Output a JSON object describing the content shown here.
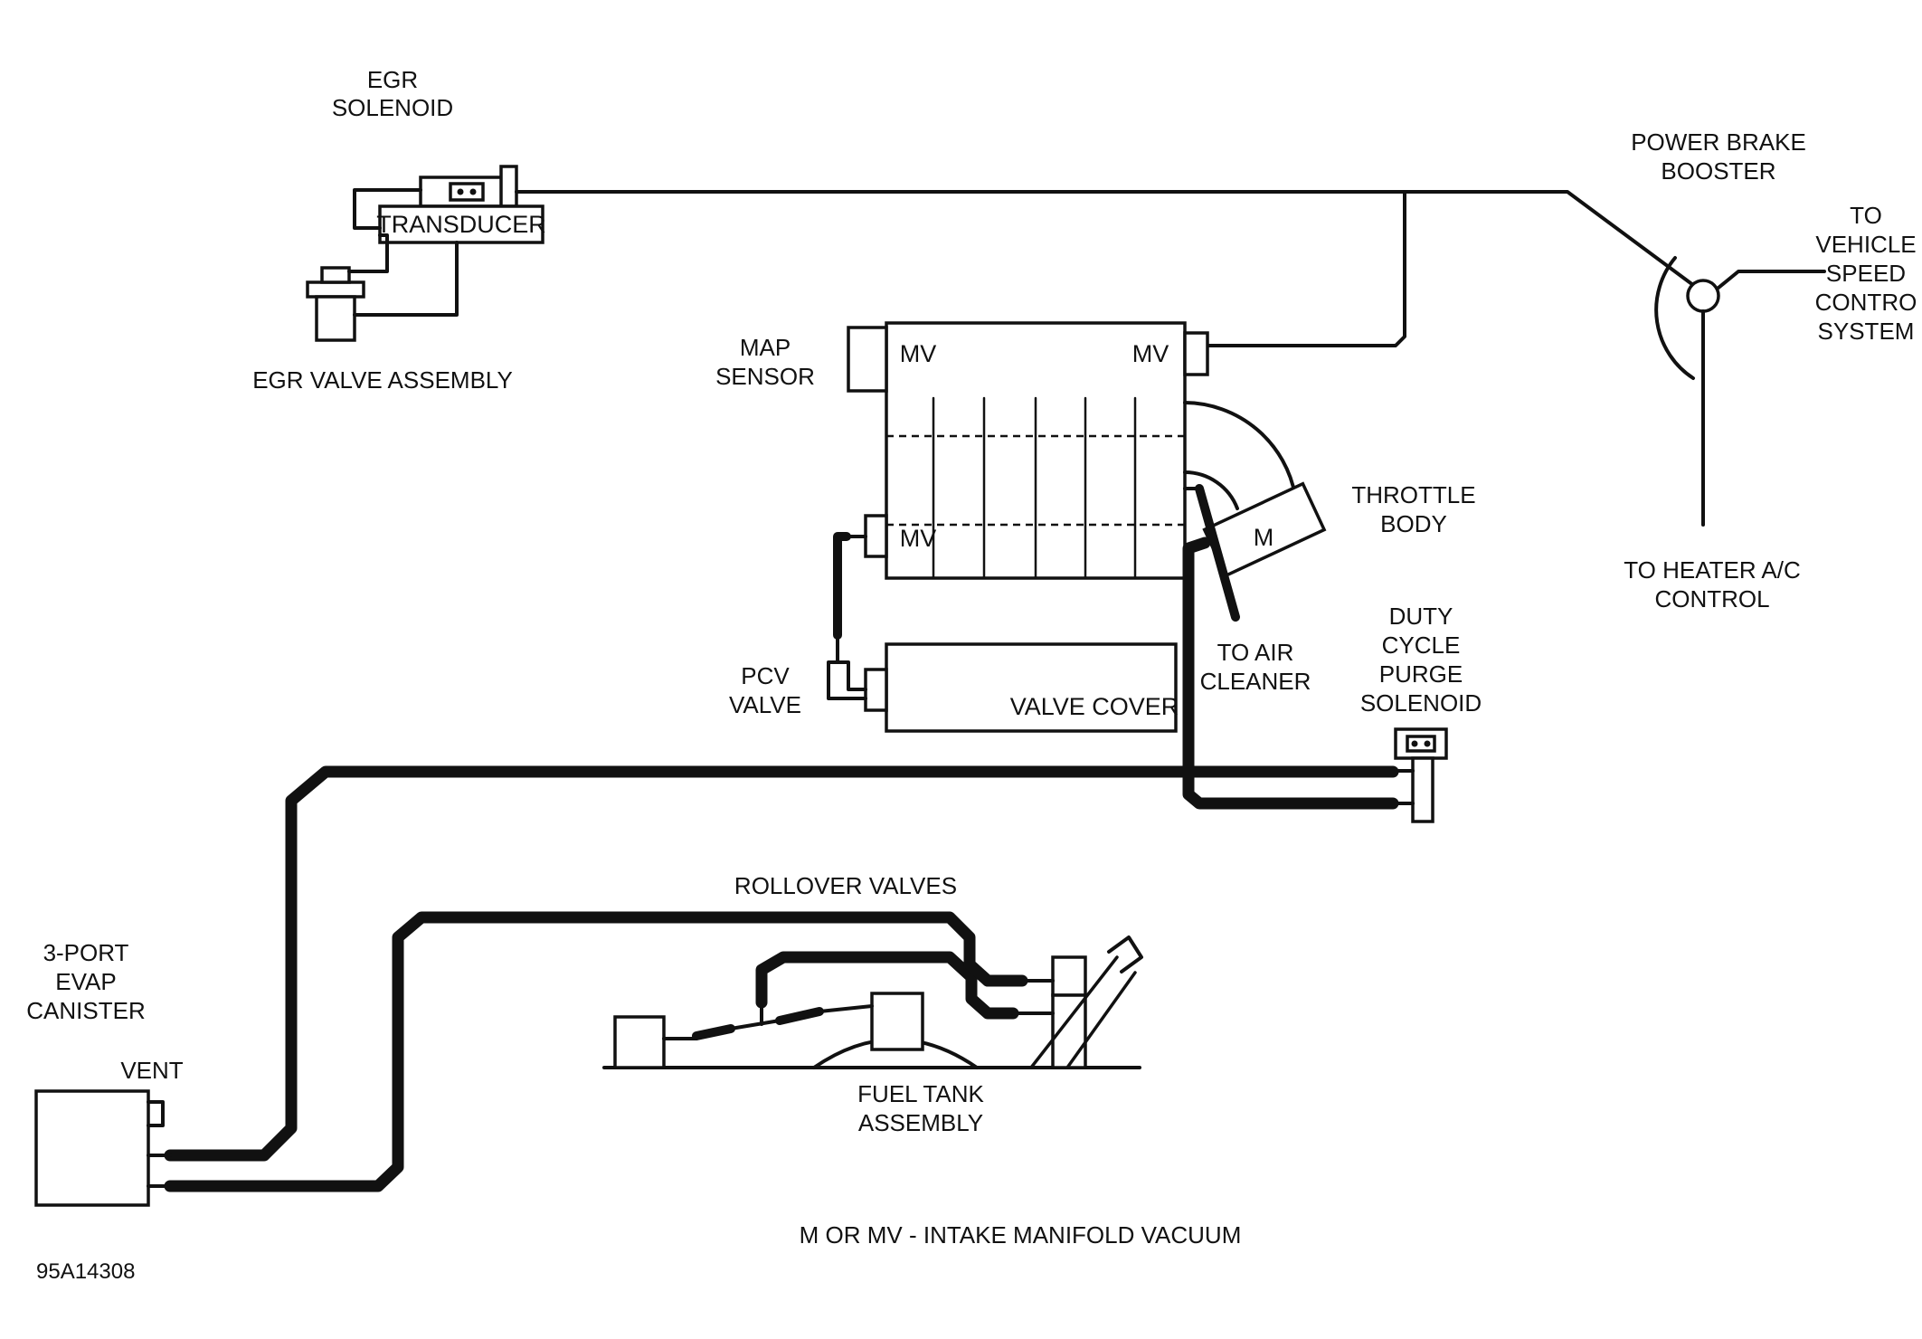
{
  "labels": {
    "egr_solenoid": [
      "EGR",
      "SOLENOID"
    ],
    "transducer": "TRANSDUCER",
    "egr_valve_assembly": "EGR VALVE ASSEMBLY",
    "power_brake_booster": [
      "POWER BRAKE",
      "BOOSTER"
    ],
    "vehicle_speed_control": [
      "TO",
      "VEHICLE",
      "SPEED",
      "CONTRO",
      "SYSTEM"
    ],
    "heater_ac_control": [
      "TO HEATER A/C",
      "CONTROL"
    ],
    "map_sensor": [
      "MAP",
      "SENSOR"
    ],
    "mv_top_left": "MV",
    "mv_top_right": "MV",
    "mv_lower": "MV",
    "throttle_body": [
      "THROTTLE",
      "BODY"
    ],
    "throttle_m": "M",
    "air_cleaner": [
      "TO AIR",
      "CLEANER"
    ],
    "duty_cycle_purge_solenoid": [
      "DUTY",
      "CYCLE",
      "PURGE",
      "SOLENOID"
    ],
    "pcv_valve": [
      "PCV",
      "VALVE"
    ],
    "valve_cover": "VALVE COVER",
    "rollover_valves": "ROLLOVER VALVES",
    "evap_canister": [
      "3-PORT",
      "EVAP",
      "CANISTER"
    ],
    "vent": "VENT",
    "fuel_tank_assembly": [
      "FUEL TANK",
      "ASSEMBLY"
    ],
    "legend": "M OR MV - INTAKE MANIFOLD VACUUM",
    "figure_code": "95A14308"
  }
}
